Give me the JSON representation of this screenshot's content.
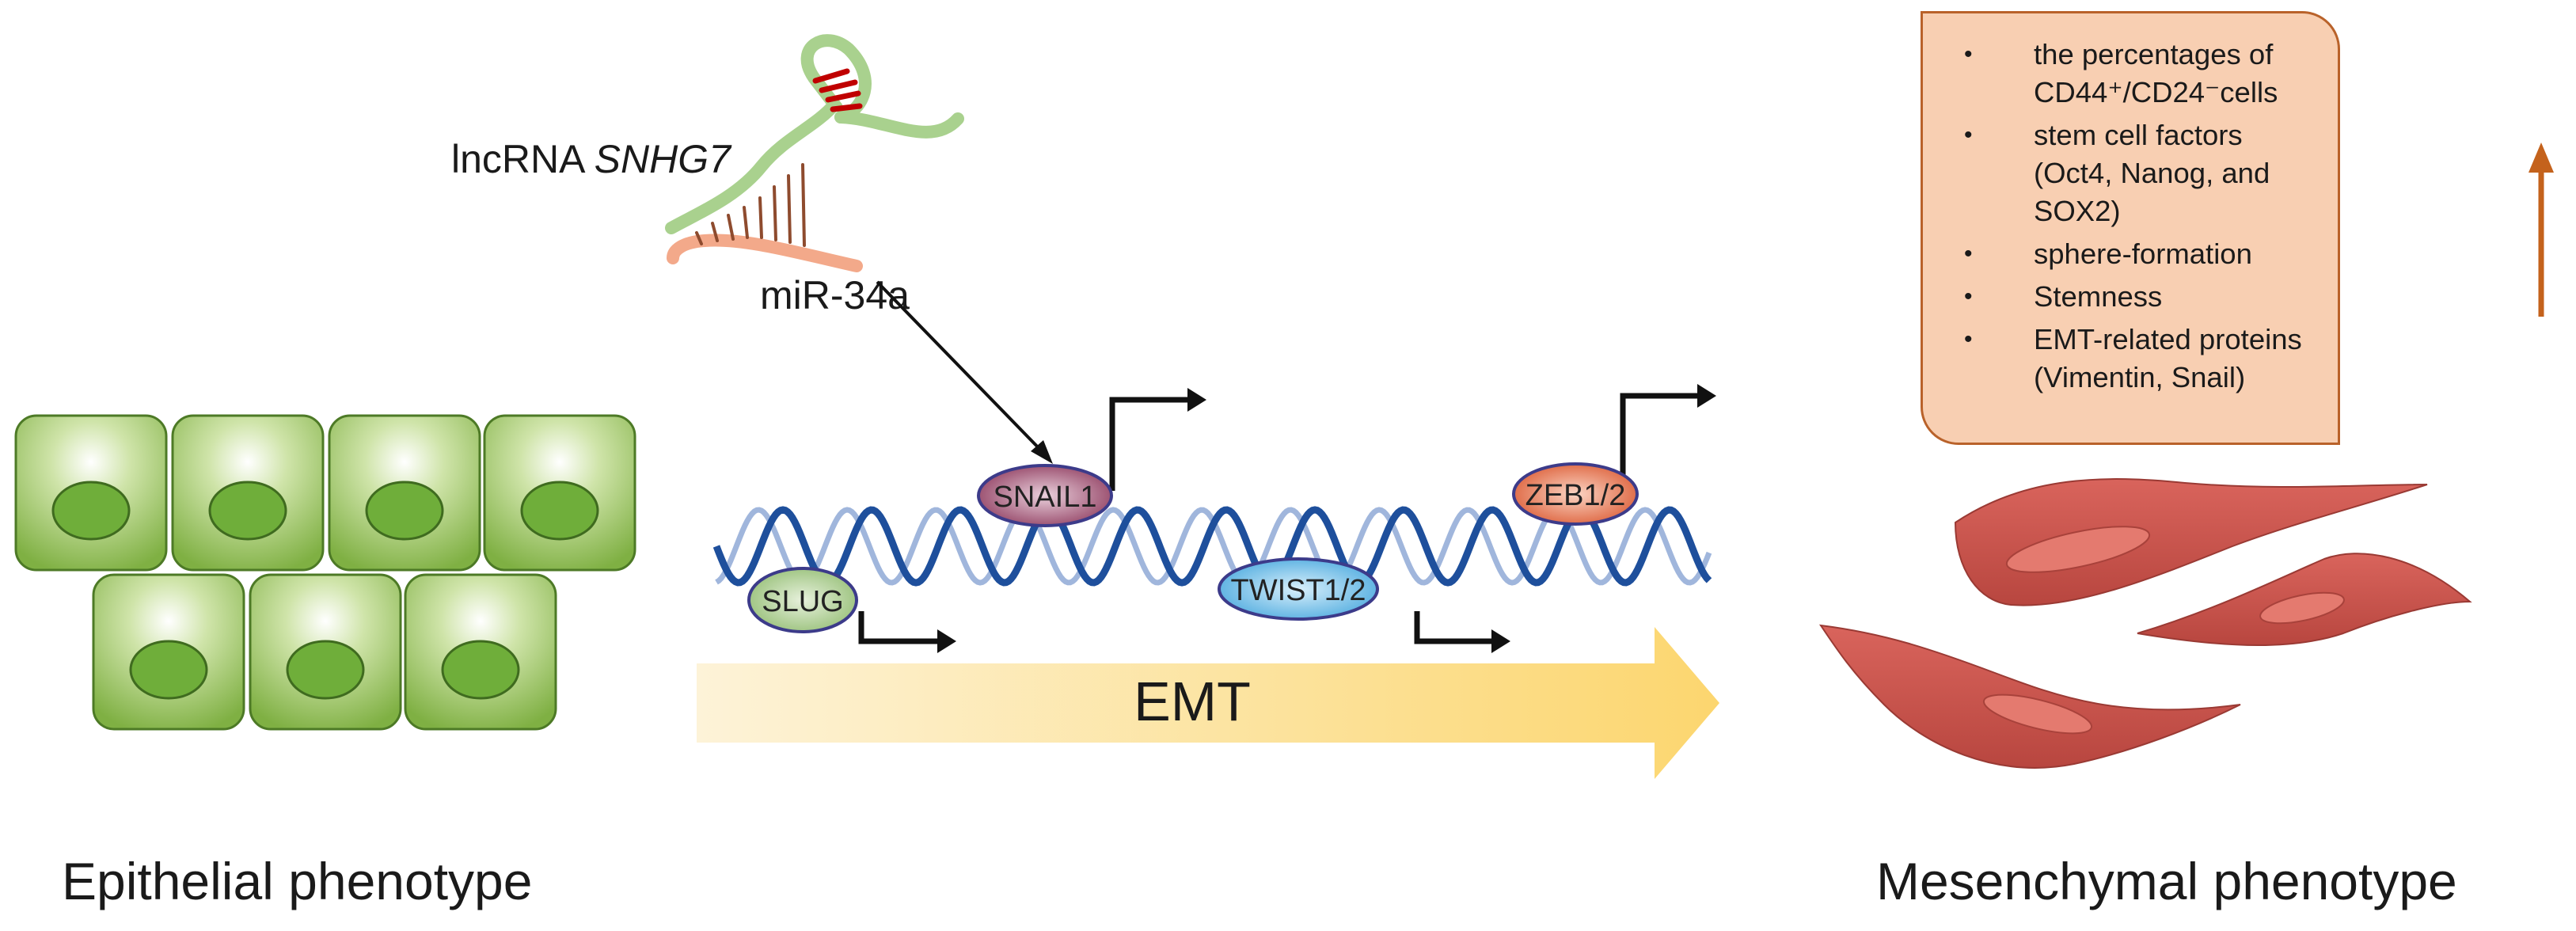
{
  "labels": {
    "lncrna_prefix": "lncRNA ",
    "lncrna_gene": "SNHG7",
    "mirna": "miR-34a",
    "emt": "EMT",
    "epithelial": "Epithelial phenotype",
    "mesenchymal": "Mesenchymal phenotype"
  },
  "factors": {
    "slug": "SLUG",
    "snail1": "SNAIL1",
    "twist": "TWIST1/2",
    "zeb": "ZEB1/2"
  },
  "effects": [
    "the percentages of CD44⁺/CD24⁻cells",
    "stem cell factors (Oct4, Nanog, and SOX2)",
    "sphere-formation",
    "Stemness",
    "EMT-related proteins (Vimentin, Snail)"
  ],
  "bullet": "•",
  "colors": {
    "epithelial_cell": "#8cbb4e",
    "nucleus": "#6fae3a",
    "mesenchymal_cell": "#c9524c",
    "emt_arrow_start": "#fdf3d8",
    "emt_arrow_end": "#fcd66f",
    "panel_fill": "#f8cfb2",
    "panel_border": "#b9622a",
    "up_arrow": "#c4621c",
    "dna": "#1e4f9c",
    "slug": "#a7c98d",
    "snail1": "#8e3b5e",
    "twist": "#5bb6e6",
    "zeb": "#e06a43"
  }
}
